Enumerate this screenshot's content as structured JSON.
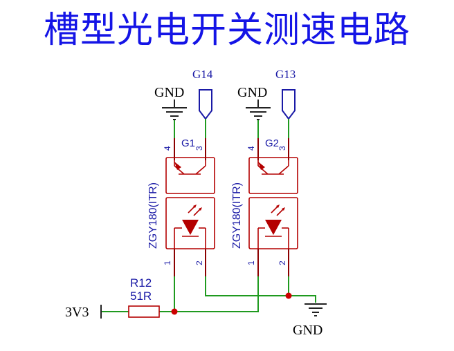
{
  "title": "槽型光电开关测速电路",
  "nets": {
    "g14": "G14",
    "g13": "G13",
    "gnd_left": "GND",
    "gnd_right": "GND",
    "gnd_bottom": "GND",
    "v3v3": "3V3"
  },
  "components": {
    "g1": {
      "ref": "G1",
      "part": "ZGY180(ITR)",
      "pins": [
        "4",
        "3",
        "1",
        "2"
      ]
    },
    "g2": {
      "ref": "G2",
      "part": "ZGY180(ITR)",
      "pins": [
        "4",
        "3",
        "1",
        "2"
      ]
    },
    "r12": {
      "ref": "R12",
      "value": "51R"
    }
  },
  "colors": {
    "title": "#1414e6",
    "wire": "#1f9a1f",
    "component": "#b40000",
    "net_label": "#1a1aa6",
    "junction": "#cc0000"
  }
}
